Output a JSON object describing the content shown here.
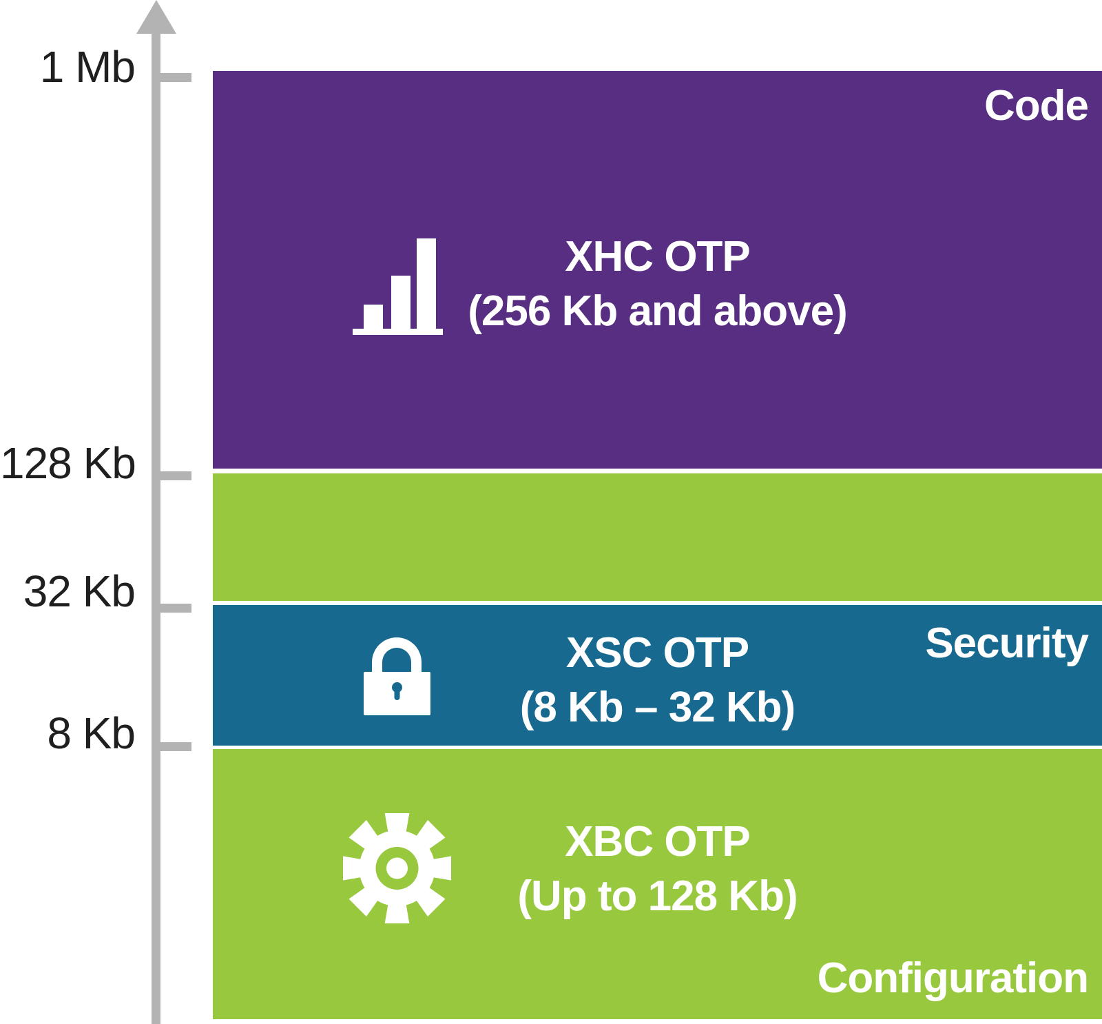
{
  "colors": {
    "purple": "#572e81",
    "green": "#98c83e",
    "blue": "#17698f",
    "axis-gray": "#b3b3b3",
    "text-dark": "#1f1f1f",
    "text-light": "#ffffff"
  },
  "axis": {
    "ticks": [
      {
        "label": "1 Mb"
      },
      {
        "label": "128 Kb"
      },
      {
        "label": "32 Kb"
      },
      {
        "label": "8 Kb"
      }
    ]
  },
  "bands": [
    {
      "category_label": "Code",
      "title": "XHC OTP",
      "subtitle": "(256 Kb and above)",
      "icon": "bar-chart-icon",
      "color": "#572e81"
    },
    {
      "category_label": "",
      "title": "",
      "subtitle": "",
      "icon": "",
      "color": "#98c83e"
    },
    {
      "category_label": "Security",
      "title": "XSC OTP",
      "subtitle": "(8 Kb – 32 Kb)",
      "icon": "lock-icon",
      "color": "#17698f"
    },
    {
      "category_label": "Configuration",
      "title": "XBC OTP",
      "subtitle": "(Up to 128 Kb)",
      "icon": "gear-icon",
      "color": "#98c83e"
    }
  ]
}
